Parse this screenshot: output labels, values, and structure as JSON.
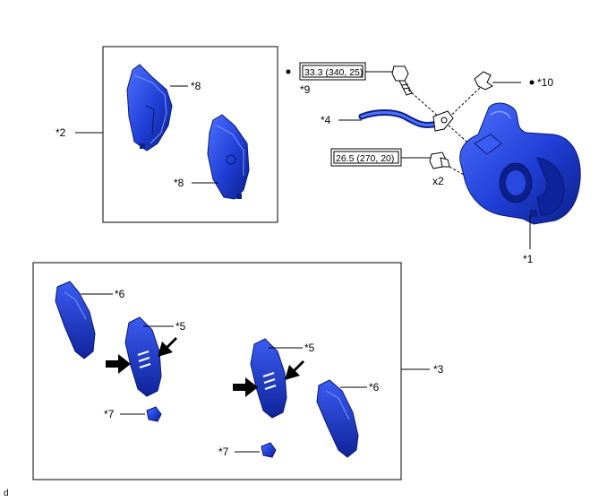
{
  "labels": {
    "l1": "*1",
    "l2": "*2",
    "l3": "*3",
    "l4": "*4",
    "l5a": "*5",
    "l5b": "*5",
    "l6a": "*6",
    "l6b": "*6",
    "l7a": "*7",
    "l7b": "*7",
    "l8a": "*8",
    "l8b": "*8",
    "l9": "*9",
    "l10": "*10",
    "x2": "x2",
    "footer": "d"
  },
  "torque": {
    "t1": "33.3 (340, 25)",
    "t2": "26.5 (270, 20)"
  },
  "colors": {
    "part_blue": "#1f3fd6",
    "part_dark": "#0c1f8a",
    "part_light": "#4f72ff",
    "line": "#000000"
  }
}
